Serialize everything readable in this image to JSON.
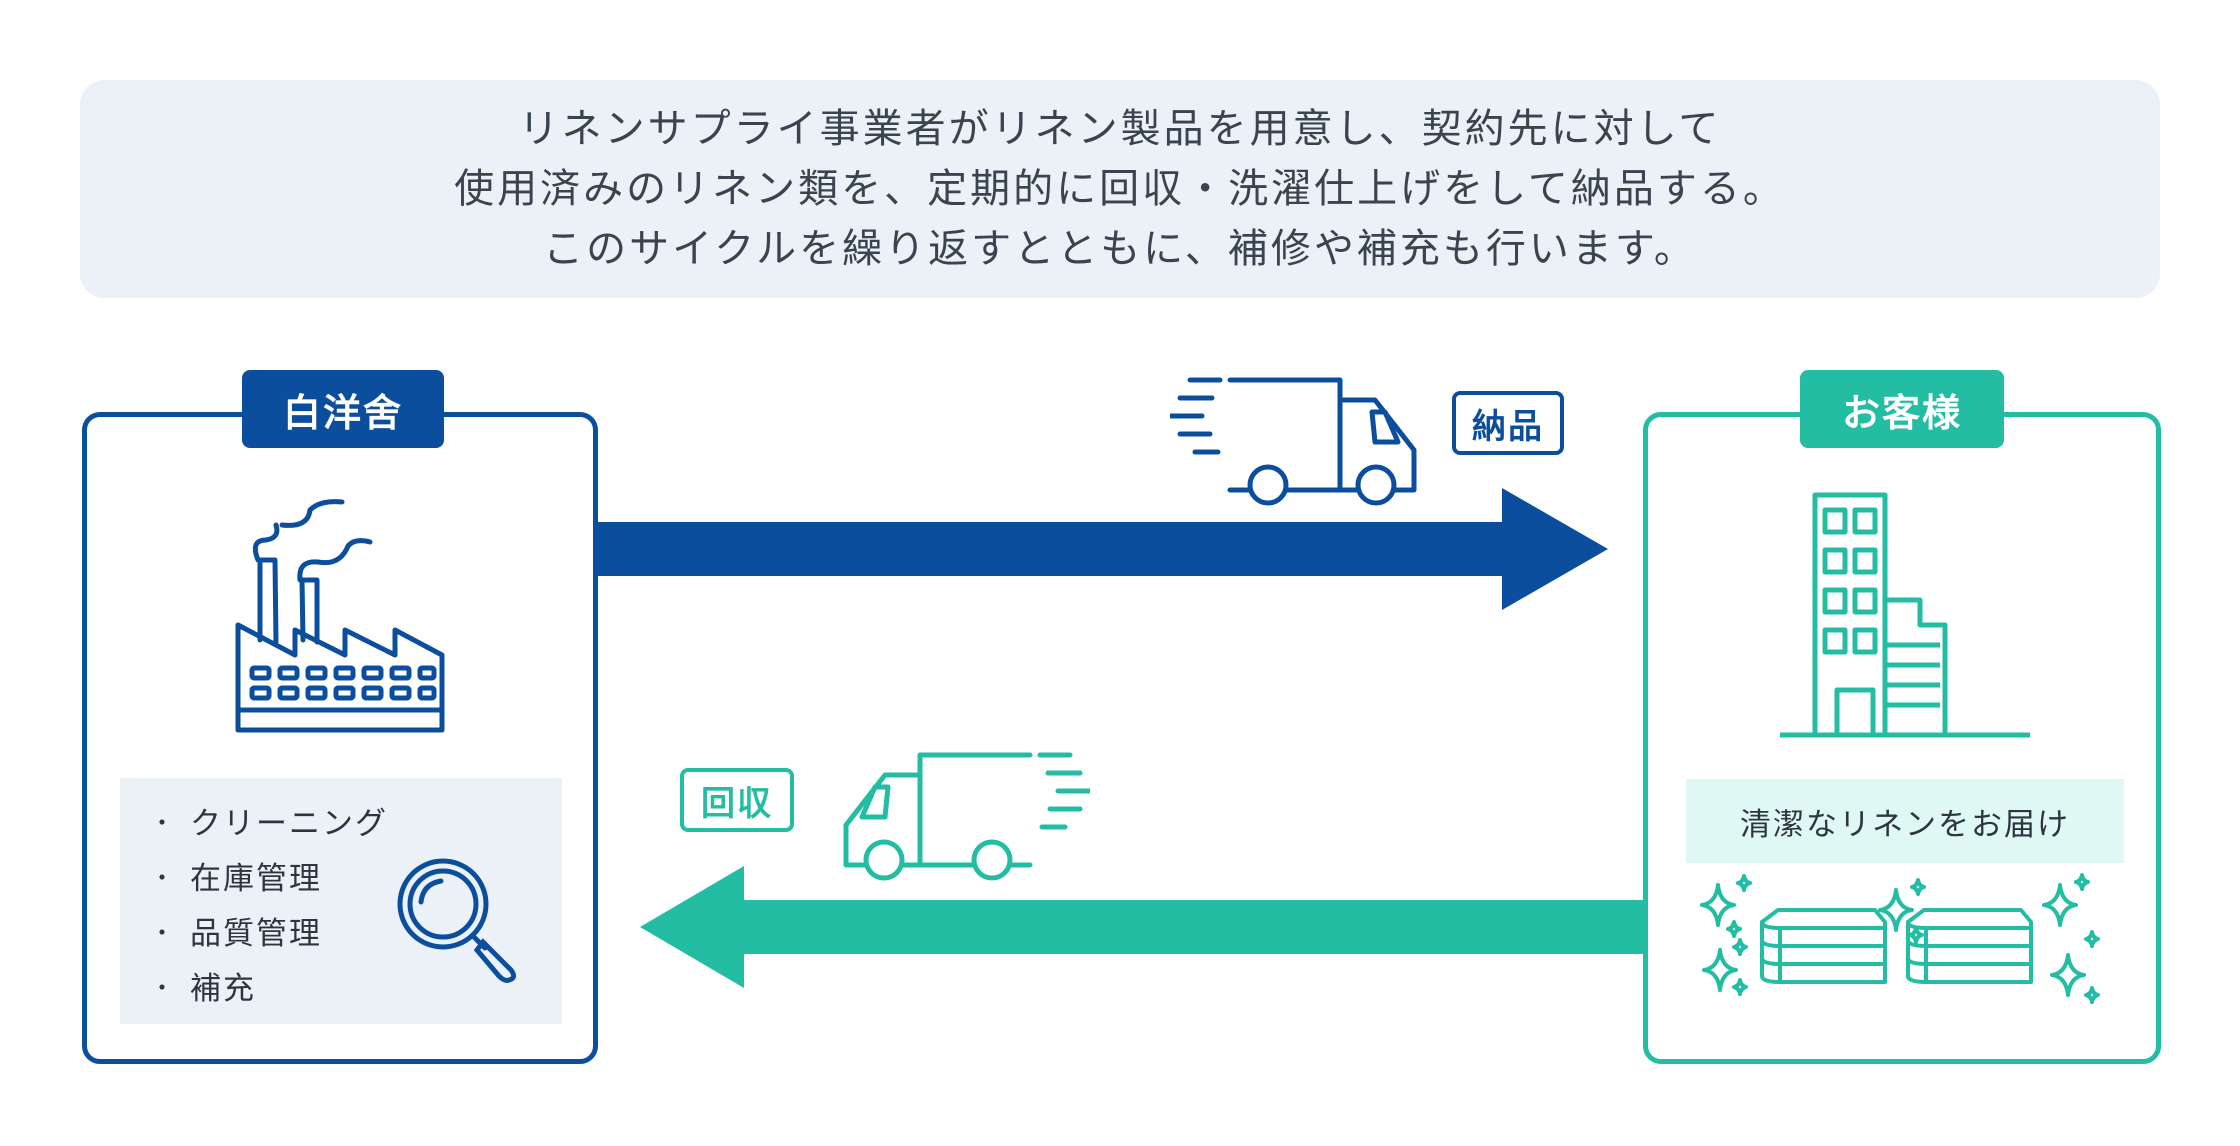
{
  "intro": {
    "lines": [
      "リネンサプライ事業者がリネン製品を用意し、契約先に対して",
      "使用済みのリネン類を、定期的に回収・洗濯仕上げをして納品する。",
      "このサイクルを繰り返すとともに、補修や補充も行います。"
    ]
  },
  "supplier": {
    "tag": "白洋舍",
    "services": [
      "クリーニング",
      "在庫管理",
      "品質管理",
      "補充"
    ],
    "bullet": "・",
    "icons": [
      "factory-icon",
      "magnifier-icon"
    ]
  },
  "customer": {
    "tag": "お客様",
    "banner": "清潔なリネンをお届け",
    "icons": [
      "building-icon",
      "linen-icon",
      "sparkle-icon"
    ]
  },
  "flows": {
    "delivery_label": "納品",
    "collection_label": "回収"
  },
  "colors": {
    "supplier_blue": "#0b4e9e",
    "customer_teal": "#22bda3",
    "intro_bg": "#ecf1f7",
    "banner_bg": "#dff8f3"
  }
}
